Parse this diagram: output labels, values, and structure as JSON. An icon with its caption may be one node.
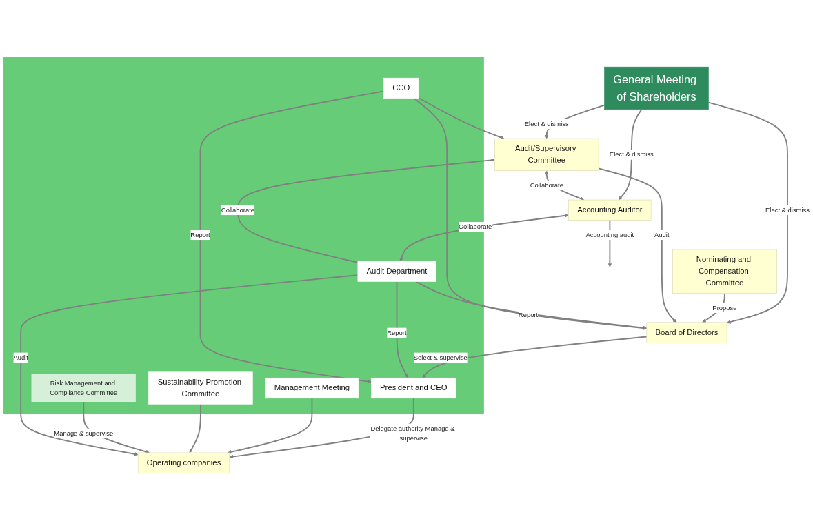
{
  "diagram": {
    "nodes": [
      {
        "text": [
          "General Meeting of Shareholders"
        ]
      },
      {
        "text": [
          "Nominating and Compensation Committee"
        ]
      },
      {
        "text": [
          "Board of Directors"
        ]
      },
      {
        "text": [
          "Audit/Supervisory Committee"
        ]
      },
      {
        "text": [
          "Accounting Auditor"
        ]
      },
      {
        "text": [],
        "shape": "box"
      },
      {
        "text": [
          "President and CEO"
        ],
        "in": 5
      },
      {
        "text": [
          "Management Meeting"
        ],
        "in": 5
      },
      {
        "text": [
          "Sustainability Promotion Committee"
        ],
        "in": 5
      },
      {
        "text": [
          "CCO"
        ],
        "in": 5
      },
      {
        "text": [
          "Risk Management and Compliance Committee"
        ],
        "in": 5
      },
      {
        "text": [
          "Audit Department"
        ],
        "in": 5
      },
      {
        "text": [
          "Operating companies"
        ]
      }
    ],
    "edges": [
      {
        "from": 0,
        "to": 2,
        "arrow": "to",
        "label": "Elect & dismiss"
      },
      {
        "from": 0,
        "to": 3,
        "arrow": "to",
        "label": "Elect & dismiss"
      },
      {
        "from": 0,
        "to": 4,
        "arrow": "to",
        "label": "Elect & dismiss"
      },
      {
        "from": 1,
        "to": 2,
        "arrow": "to",
        "label": "Propose"
      },
      {
        "from": 3,
        "to": 2,
        "arrow": "to",
        "label": "Audit"
      },
      {
        "from": 3,
        "to": 4,
        "arrow": "both",
        "label": "Collaborate"
      },
      {
        "from": 2,
        "to": 6,
        "arrow": "to",
        "label": "Select & supervise"
      },
      {
        "from": 11,
        "to": 3,
        "arrow": "to",
        "label": "Collaborate"
      },
      {
        "from": 4,
        "to": 11,
        "arrow": "both",
        "label": "Collaborate"
      },
      {
        "from": 4,
        "to": null,
        "arrow": "to",
        "label": "Accounting audit"
      },
      {
        "from": 11,
        "to": 2,
        "arrow": "to",
        "label": "Report"
      },
      {
        "from": 11,
        "to": 6,
        "arrow": "to",
        "label": "Report"
      },
      {
        "from": 9,
        "to": 2,
        "arrow": "to"
      },
      {
        "from": 9,
        "to": 6,
        "arrow": "to",
        "label": "Report"
      },
      {
        "from": 9,
        "to": 3,
        "arrow": "to"
      },
      {
        "from": 6,
        "to": 12,
        "arrow": "to",
        "label": "Delegate authority Manage & supervise"
      },
      {
        "from": 7,
        "to": 12,
        "arrow": "to"
      },
      {
        "from": 8,
        "to": 12,
        "arrow": "to"
      },
      {
        "from": 10,
        "to": 12,
        "arrow": "to",
        "label": "Manage & supervise"
      },
      {
        "from": 11,
        "to": 12,
        "arrow": "to",
        "label": "Audit"
      }
    ]
  }
}
